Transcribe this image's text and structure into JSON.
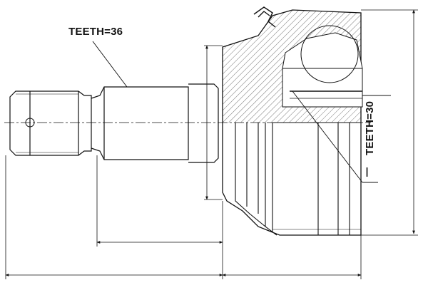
{
  "labels": {
    "shaft_teeth": "TEETH=36",
    "hub_teeth": "TEETH=30",
    "marker": "I"
  },
  "colors": {
    "line": "#111111",
    "hatch": "#444444",
    "background": "#ffffff"
  }
}
